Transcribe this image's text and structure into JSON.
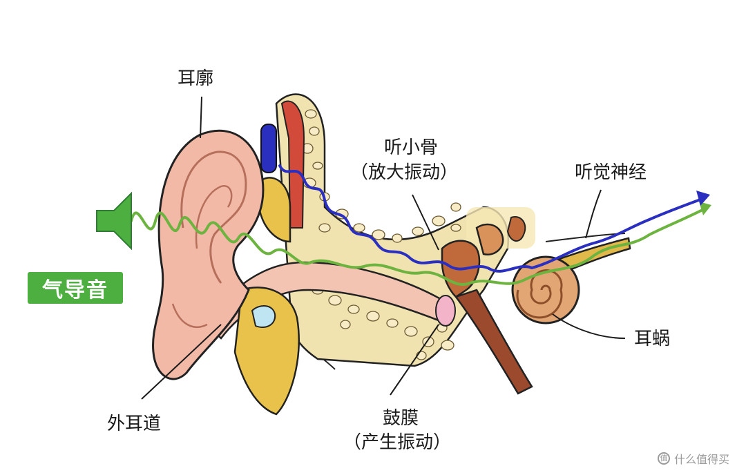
{
  "labels": {
    "pinna": "耳廓",
    "ossicles": "听小骨",
    "ossicles_note": "（放大振动）",
    "auditory_nerve": "听觉神经",
    "cochlea": "耳蜗",
    "ear_canal": "外耳道",
    "eardrum": "鼓膜",
    "eardrum_note": "（产生振动）"
  },
  "badge": "气导音",
  "watermark": "什么值得买",
  "colors": {
    "air_wave": "#6db33f",
    "bone_wave": "#2b2fbf",
    "badge_bg": "#4caf3f",
    "skin": "#f2b9a7",
    "bone": "#f1e3b0",
    "cartilage": "#e8c24a",
    "cochlea": "#d9925a",
    "nerve": "#e1b84a"
  },
  "icons": [
    "speaker-icon",
    "bone-conduction-device-icon"
  ]
}
